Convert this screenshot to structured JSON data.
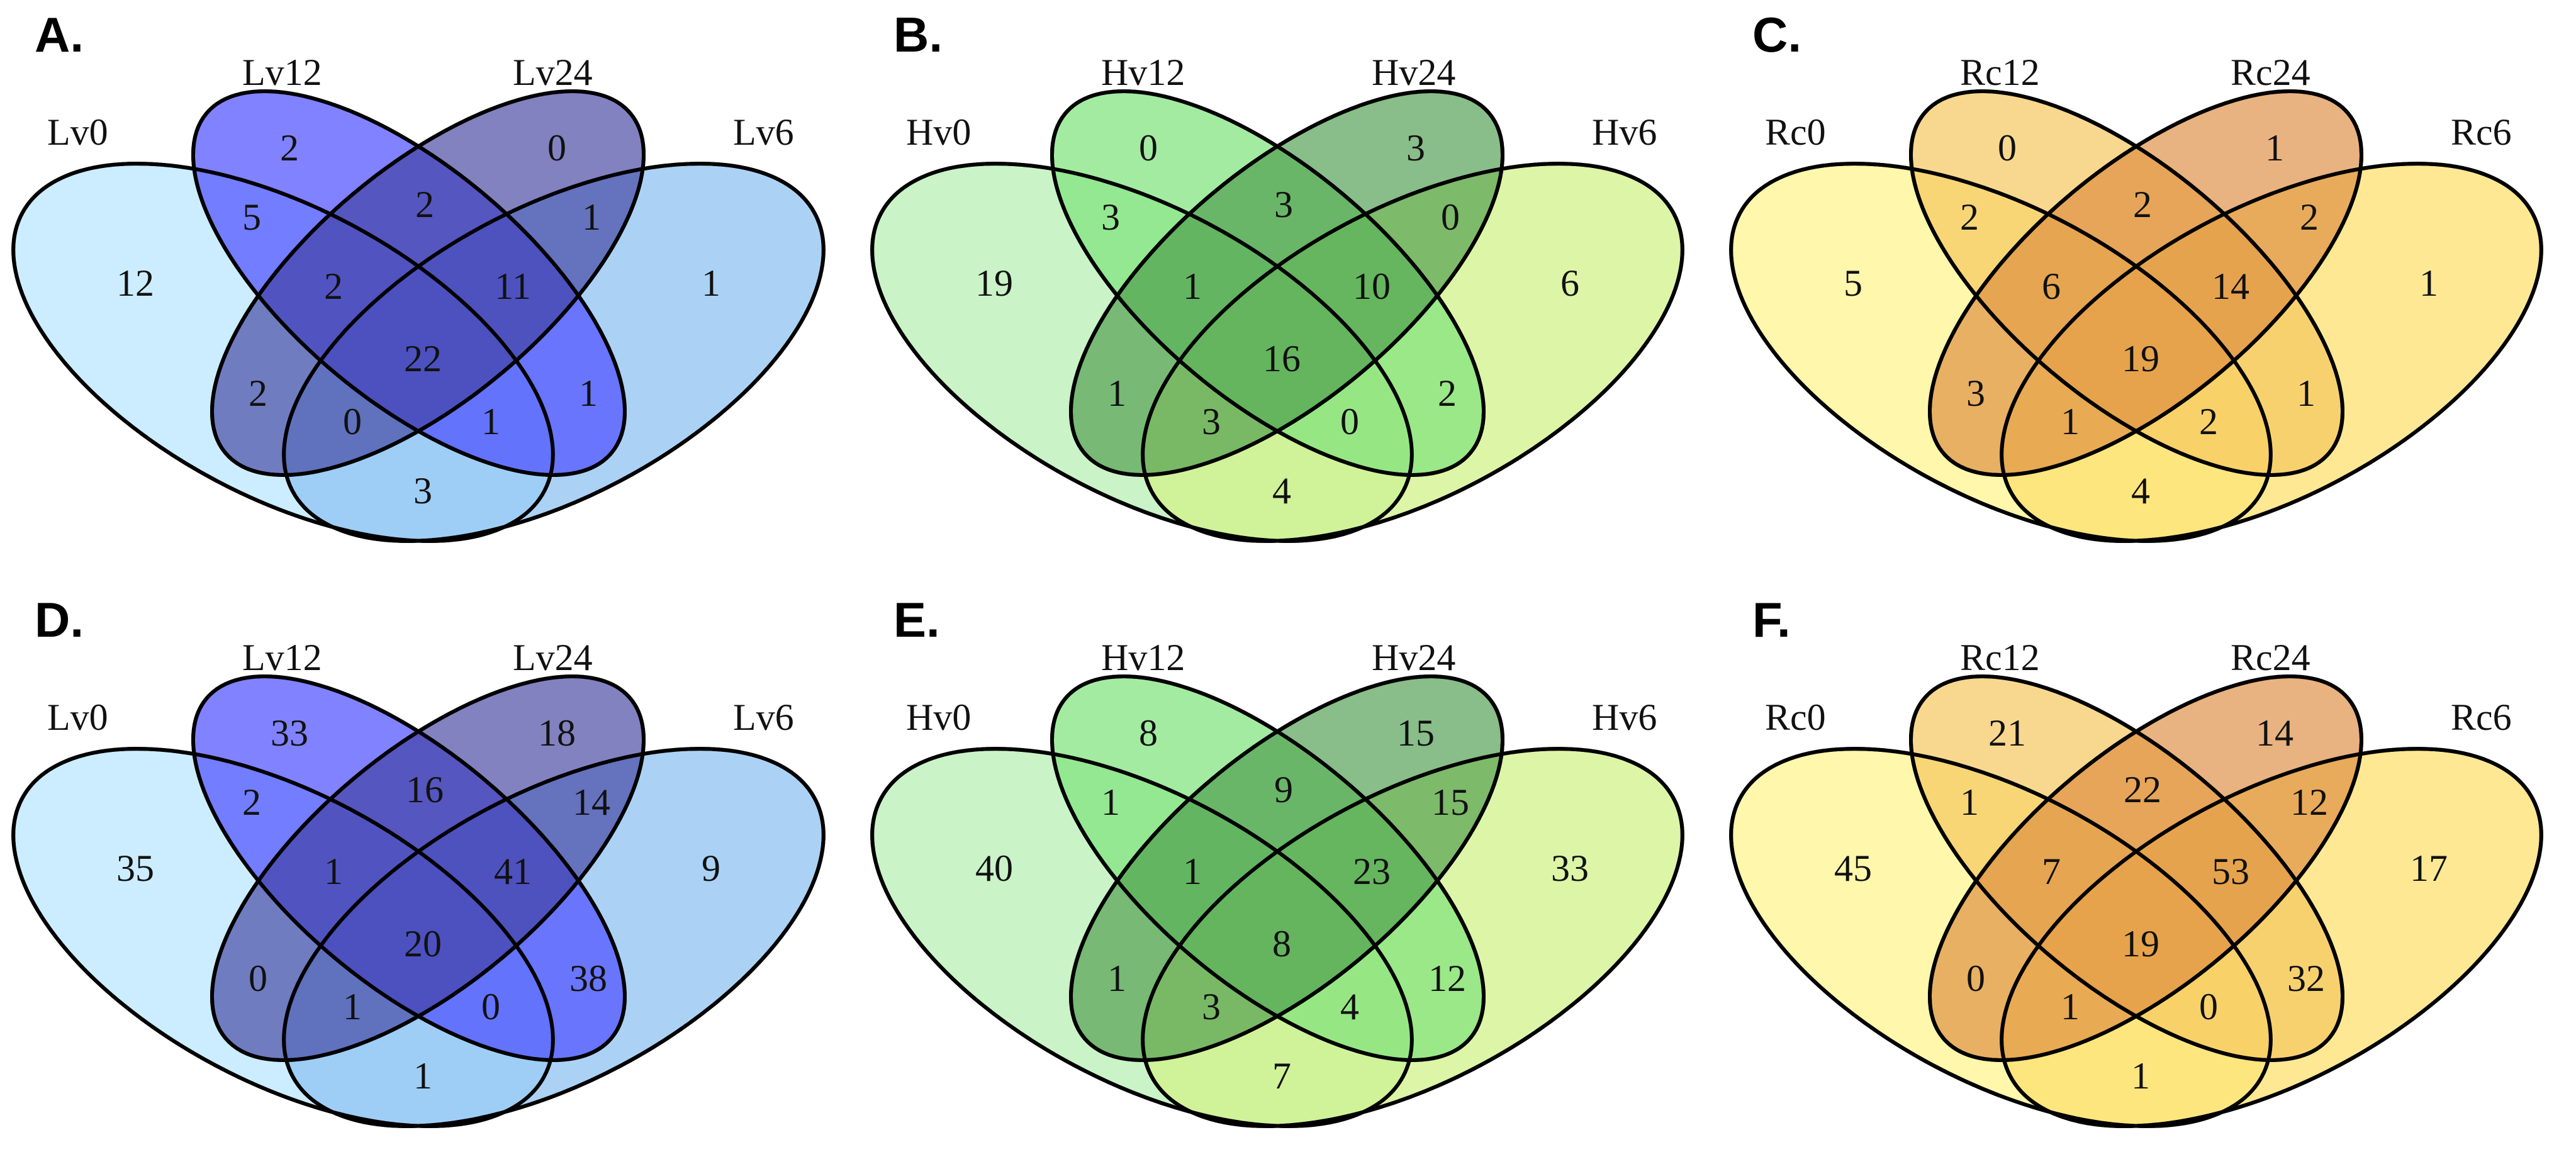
{
  "figure": {
    "panels": [
      {
        "letter": "A.",
        "labels": {
          "s0": "Lv0",
          "s12": "Lv12",
          "s24": "Lv24",
          "s6": "Lv6"
        },
        "colors": {
          "s0": "#c8ecff",
          "s12": "#4b4dff",
          "s24": "#3f3f9e",
          "s6": "#8fc3f2"
        },
        "values": {
          "only0": "12",
          "only12": "2",
          "only24": "0",
          "only6": "1",
          "v0_12": "5",
          "v12_24": "2",
          "v24_6": "1",
          "v0_24": "2",
          "v0_12_24": "2",
          "v12_24_6": "11",
          "all": "22",
          "v0_24_6": "0",
          "v12_6": "1",
          "v0_12_6": "1",
          "v0_6": "3"
        }
      },
      {
        "letter": "B.",
        "labels": {
          "s0": "Hv0",
          "s12": "Hv12",
          "s24": "Hv24",
          "s6": "Hv6"
        },
        "colors": {
          "s0": "#c7f2c4",
          "s12": "#7de27a",
          "s24": "#4a9a4a",
          "s6": "#d2f28a"
        },
        "values": {
          "only0": "19",
          "only12": "0",
          "only24": "3",
          "only6": "6",
          "v0_12": "3",
          "v12_24": "3",
          "v24_6": "0",
          "v0_24": "1",
          "v0_12_24": "1",
          "v12_24_6": "10",
          "all": "16",
          "v0_24_6": "3",
          "v12_6": "2",
          "v0_12_6": "0",
          "v0_6": "4"
        }
      },
      {
        "letter": "C.",
        "labels": {
          "s0": "Rc0",
          "s12": "Rc12",
          "s24": "Rc24",
          "s6": "Rc6"
        },
        "colors": {
          "s0": "#fff7a6",
          "s12": "#f5c860",
          "s24": "#dc8a3c",
          "s6": "#fde070"
        },
        "values": {
          "only0": "5",
          "only12": "0",
          "only24": "1",
          "only6": "1",
          "v0_12": "2",
          "v12_24": "2",
          "v24_6": "2",
          "v0_24": "3",
          "v0_12_24": "6",
          "v12_24_6": "14",
          "all": "19",
          "v0_24_6": "1",
          "v12_6": "1",
          "v0_12_6": "2",
          "v0_6": "4"
        }
      },
      {
        "letter": "D.",
        "labels": {
          "s0": "Lv0",
          "s12": "Lv12",
          "s24": "Lv24",
          "s6": "Lv6"
        },
        "colors": {
          "s0": "#c8ecff",
          "s12": "#4b4dff",
          "s24": "#3f3f9e",
          "s6": "#8fc3f2"
        },
        "values": {
          "only0": "35",
          "only12": "33",
          "only24": "18",
          "only6": "9",
          "v0_12": "2",
          "v12_24": "16",
          "v24_6": "14",
          "v0_24": "0",
          "v0_12_24": "1",
          "v12_24_6": "41",
          "all": "20",
          "v0_24_6": "1",
          "v12_6": "38",
          "v0_12_6": "0",
          "v0_6": "1"
        }
      },
      {
        "letter": "E.",
        "labels": {
          "s0": "Hv0",
          "s12": "Hv12",
          "s24": "Hv24",
          "s6": "Hv6"
        },
        "colors": {
          "s0": "#c7f2c4",
          "s12": "#7de27a",
          "s24": "#4a9a4a",
          "s6": "#d2f28a"
        },
        "values": {
          "only0": "40",
          "only12": "8",
          "only24": "15",
          "only6": "33",
          "v0_12": "1",
          "v12_24": "9",
          "v24_6": "15",
          "v0_24": "1",
          "v0_12_24": "1",
          "v12_24_6": "23",
          "all": "8",
          "v0_24_6": "3",
          "v12_6": "12",
          "v0_12_6": "4",
          "v0_6": "7"
        }
      },
      {
        "letter": "F.",
        "labels": {
          "s0": "Rc0",
          "s12": "Rc12",
          "s24": "Rc24",
          "s6": "Rc6"
        },
        "colors": {
          "s0": "#fff7a6",
          "s12": "#f5c860",
          "s24": "#dc8a3c",
          "s6": "#fde070"
        },
        "values": {
          "only0": "45",
          "only12": "21",
          "only24": "14",
          "only6": "17",
          "v0_12": "1",
          "v12_24": "22",
          "v24_6": "12",
          "v0_24": "0",
          "v0_12_24": "7",
          "v12_24_6": "53",
          "all": "19",
          "v0_24_6": "1",
          "v12_6": "32",
          "v0_12_6": "0",
          "v0_6": "1"
        }
      }
    ]
  }
}
